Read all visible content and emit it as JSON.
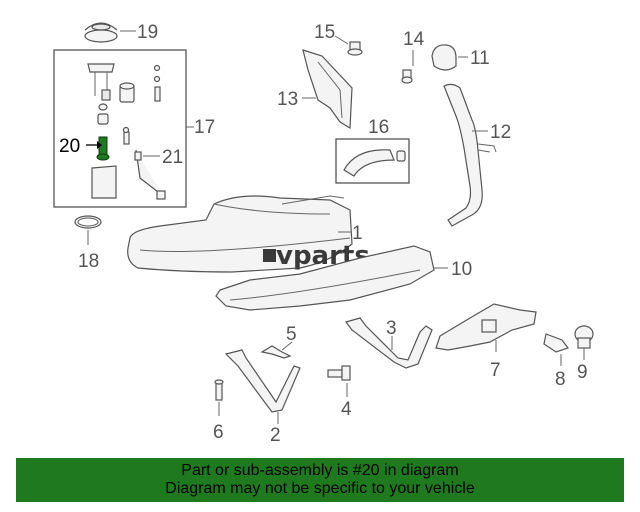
{
  "callouts": {
    "c1": "1",
    "c2": "2",
    "c3": "3",
    "c4": "4",
    "c5": "5",
    "c6": "6",
    "c7": "7",
    "c8": "8",
    "c9": "9",
    "c10": "10",
    "c11": "11",
    "c12": "12",
    "c13": "13",
    "c14": "14",
    "c15": "15",
    "c16": "16",
    "c17": "17",
    "c18": "18",
    "c19": "19",
    "c20": "20",
    "c21": "21"
  },
  "watermark": "vparts",
  "highlighted_part": "20",
  "colors": {
    "highlight": "#1f7a1f",
    "banner_bg": "#1f7a1f"
  },
  "banner": {
    "line1": "Part or sub-assembly is #20 in diagram",
    "line2": "Diagram may not be specific to your vehicle"
  }
}
